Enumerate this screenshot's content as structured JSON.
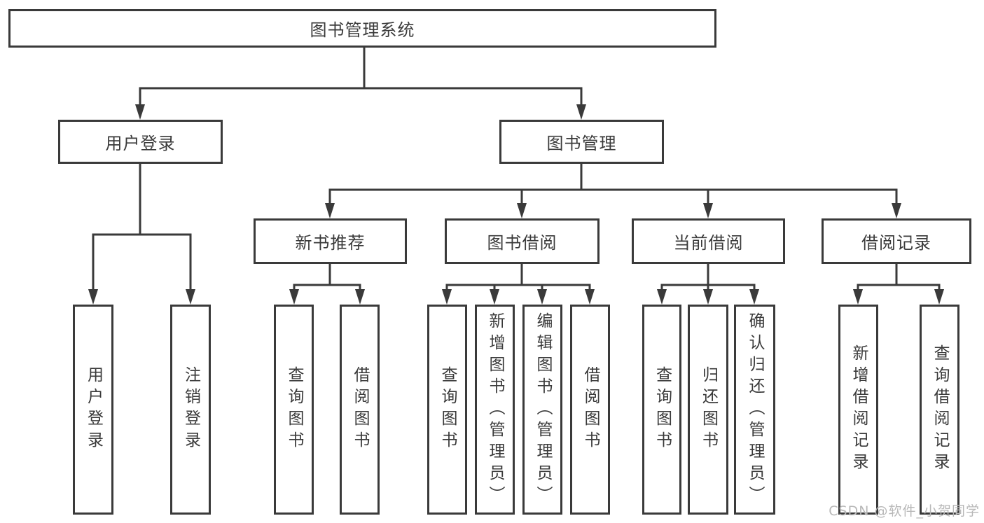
{
  "title": "图书管理系统",
  "level2": {
    "user_login": "用户登录",
    "book_management": "图书管理"
  },
  "level3": {
    "new_book_recommend": "新书推荐",
    "book_borrow": "图书借阅",
    "current_borrow": "当前借阅",
    "borrow_records": "借阅记录"
  },
  "leaves": {
    "login": "用户登录",
    "logout": "注销登录",
    "recommend_query_books": "查询图书",
    "recommend_borrow_books": "借阅图书",
    "borrow_query_books": "查询图书",
    "borrow_add_books": "新增图书（管理员）",
    "borrow_edit_books": "编辑图书（管理员）",
    "borrow_borrow_books": "借阅图书",
    "current_query_books": "查询图书",
    "current_return_books": "归还图书",
    "current_confirm_return": "确认归还（管理员）",
    "records_add_record": "新增借阅记录",
    "records_query_record": "查询借阅记录"
  },
  "watermark": "CSDN @软件_小贺同学",
  "colors": {
    "line": "#3a3a3a",
    "text": "#3a3a3a",
    "watermark": "#b8b8b8",
    "background": "#ffffff"
  }
}
